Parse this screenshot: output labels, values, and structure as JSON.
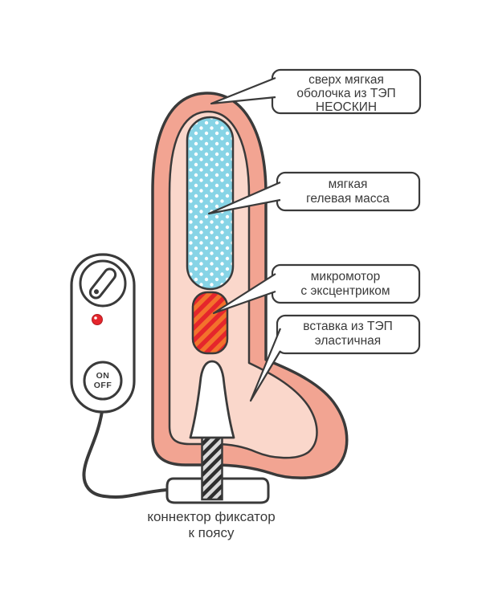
{
  "callouts": [
    {
      "lines": [
        "сверх мягкая",
        "оболочка из ТЭП",
        "НЕОСКИН"
      ]
    },
    {
      "lines": [
        "мягкая",
        "гелевая масса"
      ]
    },
    {
      "lines": [
        "микромотор",
        "с эксцентриком"
      ]
    },
    {
      "lines": [
        "вставка из ТЭП",
        "эластичная"
      ]
    }
  ],
  "caption": {
    "lines": [
      "коннектор фиксатор",
      "к поясу"
    ]
  },
  "remote": {
    "power_button": {
      "lines": [
        "ON",
        "OFF"
      ]
    }
  },
  "colors": {
    "outline": "#3a3a3a",
    "shell_pink": "#f2a492",
    "inner_pink": "#fad7cb",
    "gel_blue": "#87d4e6",
    "motor_red": "#e5262c",
    "motor_stripe_orange": "#f3722c",
    "led_red": "#e5262c",
    "background": "#ffffff"
  }
}
